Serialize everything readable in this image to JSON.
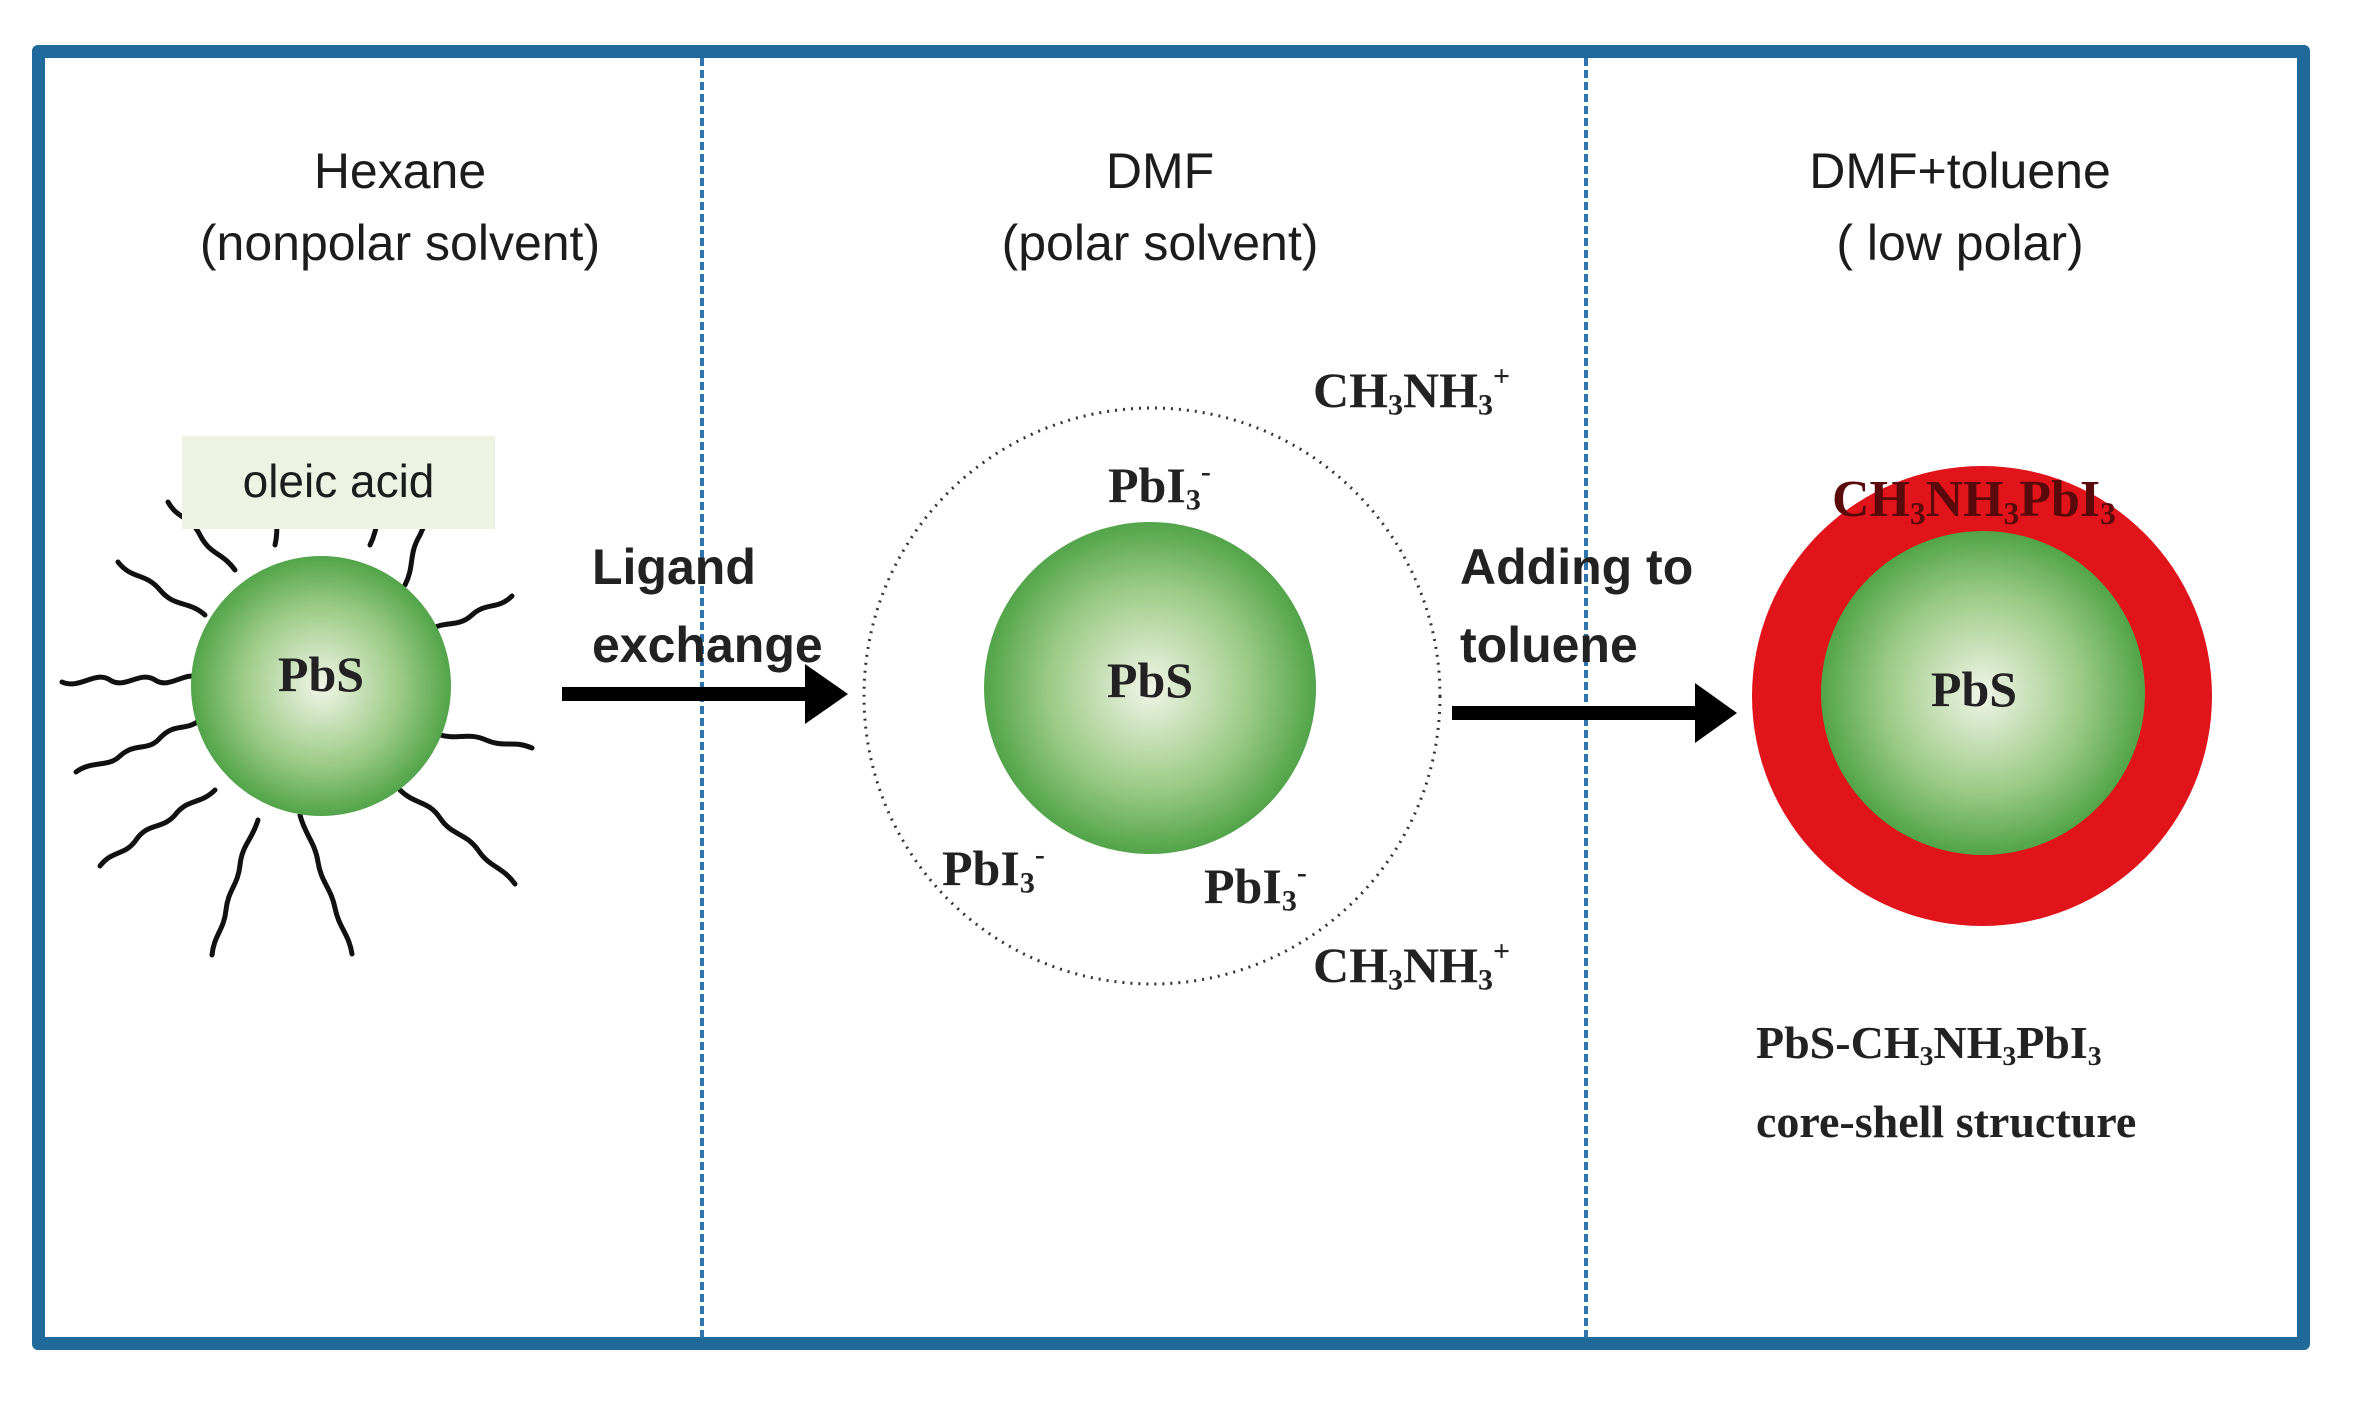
{
  "panels": [
    {
      "title_line1": "Hexane",
      "title_line2": "(nonpolar solvent)"
    },
    {
      "title_line1": "DMF",
      "title_line2": "(polar solvent)"
    },
    {
      "title_line1": "DMF+toluene",
      "title_line2": "( low polar)"
    }
  ],
  "panel1": {
    "ligand_label": "oleic acid",
    "core_label": "PbS"
  },
  "step1": {
    "line1": "Ligand",
    "line2": "exchange"
  },
  "panel2": {
    "core_label": "PbS",
    "anion_base": "PbI",
    "anion_sub": "3",
    "anion_sup": "-",
    "cation_a": "CH",
    "cation_sub1": "3",
    "cation_b": "NH",
    "cation_sub2": "3",
    "cation_sup": "+"
  },
  "step2": {
    "line1": "Adding to",
    "line2": "toluene"
  },
  "panel3": {
    "core_label": "PbS",
    "shell_a": "CH",
    "shell_sub1": "3",
    "shell_b": "NH",
    "shell_sub2": "3",
    "shell_c": "PbI",
    "shell_sub3": "3",
    "caption_a": "PbS-CH",
    "caption_sub1": "3",
    "caption_b": "NH",
    "caption_sub2": "3",
    "caption_c": "PbI",
    "caption_sub3": "3",
    "caption_line2": "core-shell structure"
  },
  "colors": {
    "frame": "#1f6a9a",
    "divider": "#2f74ad",
    "core_green": "#3f9a3a",
    "shell_red": "#e0141a",
    "arrow": "#000000"
  }
}
